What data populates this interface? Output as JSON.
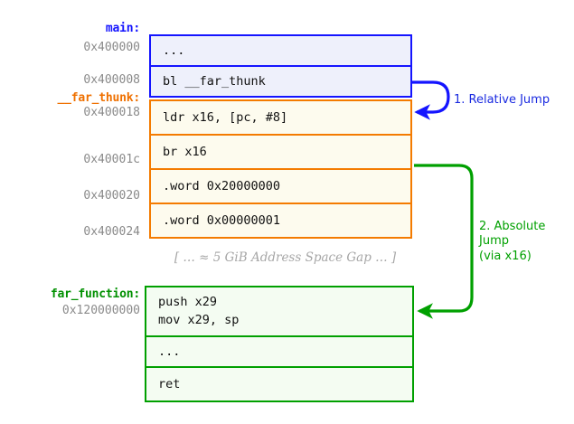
{
  "diagram": {
    "title_semantic": "arm64-far-branch-thunk-diagram",
    "colors": {
      "main_blue": "#1414ff",
      "thunk_orange": "#f47b00",
      "far_green": "#00a000",
      "address_gray": "#8a8a8a",
      "gap_gray": "#a6a6a6"
    },
    "sections": [
      {
        "name": "main",
        "label": "main:",
        "color": "#1414ff",
        "rows": [
          {
            "address": "0x400000",
            "code": "..."
          },
          {
            "address": "0x400008",
            "code": "bl __far_thunk"
          }
        ]
      },
      {
        "name": "far_thunk",
        "label": "__far_thunk:",
        "color": "#f47b00",
        "rows": [
          {
            "address": "0x400018",
            "code": "ldr x16, [pc, #8]"
          },
          {
            "address": "0x40001c",
            "code": "br x16"
          },
          {
            "address": "0x400020",
            "code": ".word 0x20000000"
          },
          {
            "address": "0x400024",
            "code": ".word 0x00000001"
          }
        ]
      },
      {
        "name": "far_function",
        "label": "far_function:",
        "color": "#00a000",
        "rows": [
          {
            "address": "0x120000000",
            "code": "push x29\nmov x29, sp"
          },
          {
            "address": "",
            "code": "..."
          },
          {
            "address": "",
            "code": "ret"
          }
        ]
      }
    ],
    "gap_note": "[ … ≈ 5 GiB Address Space Gap … ]",
    "annotations": [
      {
        "name": "relative-jump",
        "text": "1. Relative Jump",
        "color": "#1a2ae0"
      },
      {
        "name": "absolute-jump",
        "text": "2. Absolute Jump\n(via x16)",
        "color": "#00a000"
      }
    ]
  }
}
